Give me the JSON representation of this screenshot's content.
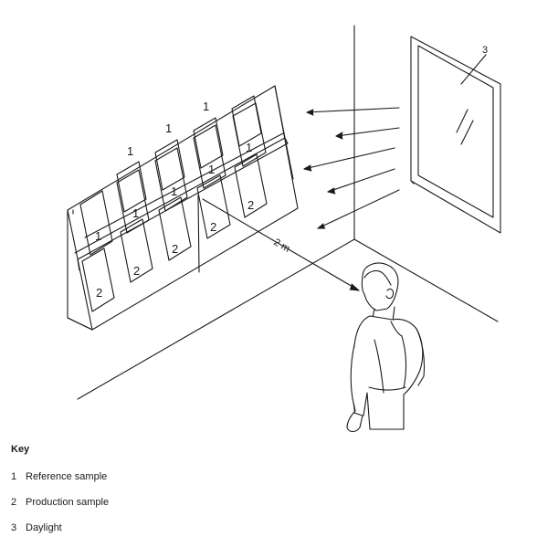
{
  "diagram": {
    "distance_label": "2 m",
    "window_number": "3",
    "top_shelf_samples": [
      "1",
      "1",
      "1",
      "1",
      "1"
    ],
    "middle_shelf_samples": [
      "1",
      "1",
      "1",
      "2",
      "2"
    ],
    "bottom_shelf_samples": [
      "2",
      "2",
      "2",
      "2"
    ]
  },
  "key": {
    "title": "Key",
    "items": [
      {
        "number": "1",
        "label": "Reference sample"
      },
      {
        "number": "2",
        "label": "Production sample"
      },
      {
        "number": "3",
        "label": "Daylight"
      }
    ]
  },
  "colors": {
    "line": "#1a1a1a",
    "background": "#ffffff"
  }
}
